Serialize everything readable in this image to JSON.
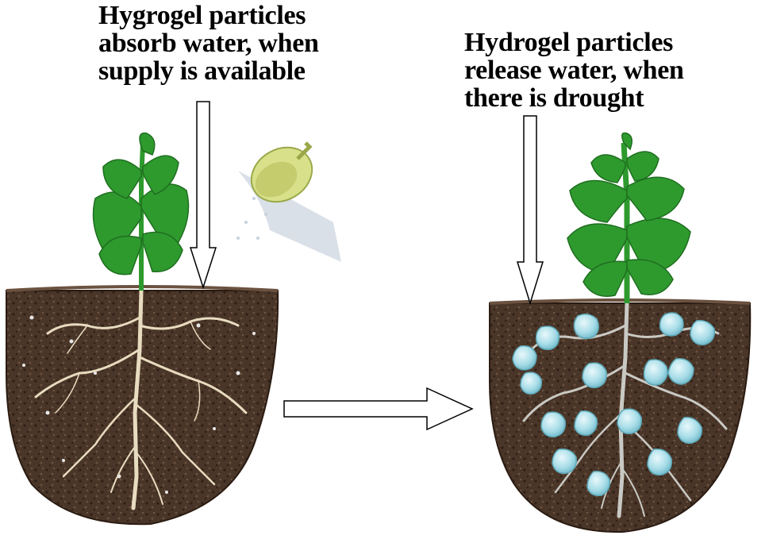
{
  "left_panel": {
    "caption_lines": [
      "Hygrogel particles",
      "absorb water, when",
      "supply is available"
    ]
  },
  "right_panel": {
    "caption_lines": [
      "Hydrogel particles",
      "release water, when",
      "there is drought"
    ]
  },
  "colors": {
    "soil_dark": "#3b2a1f",
    "soil_mid": "#5a4433",
    "root": "#e8dcc0",
    "leaf": "#2e9a2e",
    "leaf_dark": "#1f6e1f",
    "hydrogel": "#a8dde8",
    "can": "#d8e08a",
    "spray": "#d6dde6"
  },
  "icons": [
    "watering-can-icon",
    "down-arrow-icon",
    "right-arrow-icon"
  ]
}
